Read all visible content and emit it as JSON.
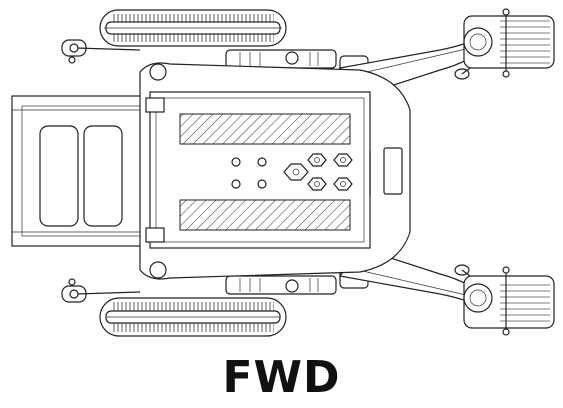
{
  "caption": "FWD",
  "colors": {
    "line": "#222222",
    "background": "#ffffff"
  },
  "parts": {
    "drive_wheels": [
      "drive-wheel-top",
      "drive-wheel-bottom"
    ],
    "casters": [
      "caster-top",
      "caster-bottom"
    ],
    "hex_fasteners": 5,
    "round_fasteners": 4
  }
}
